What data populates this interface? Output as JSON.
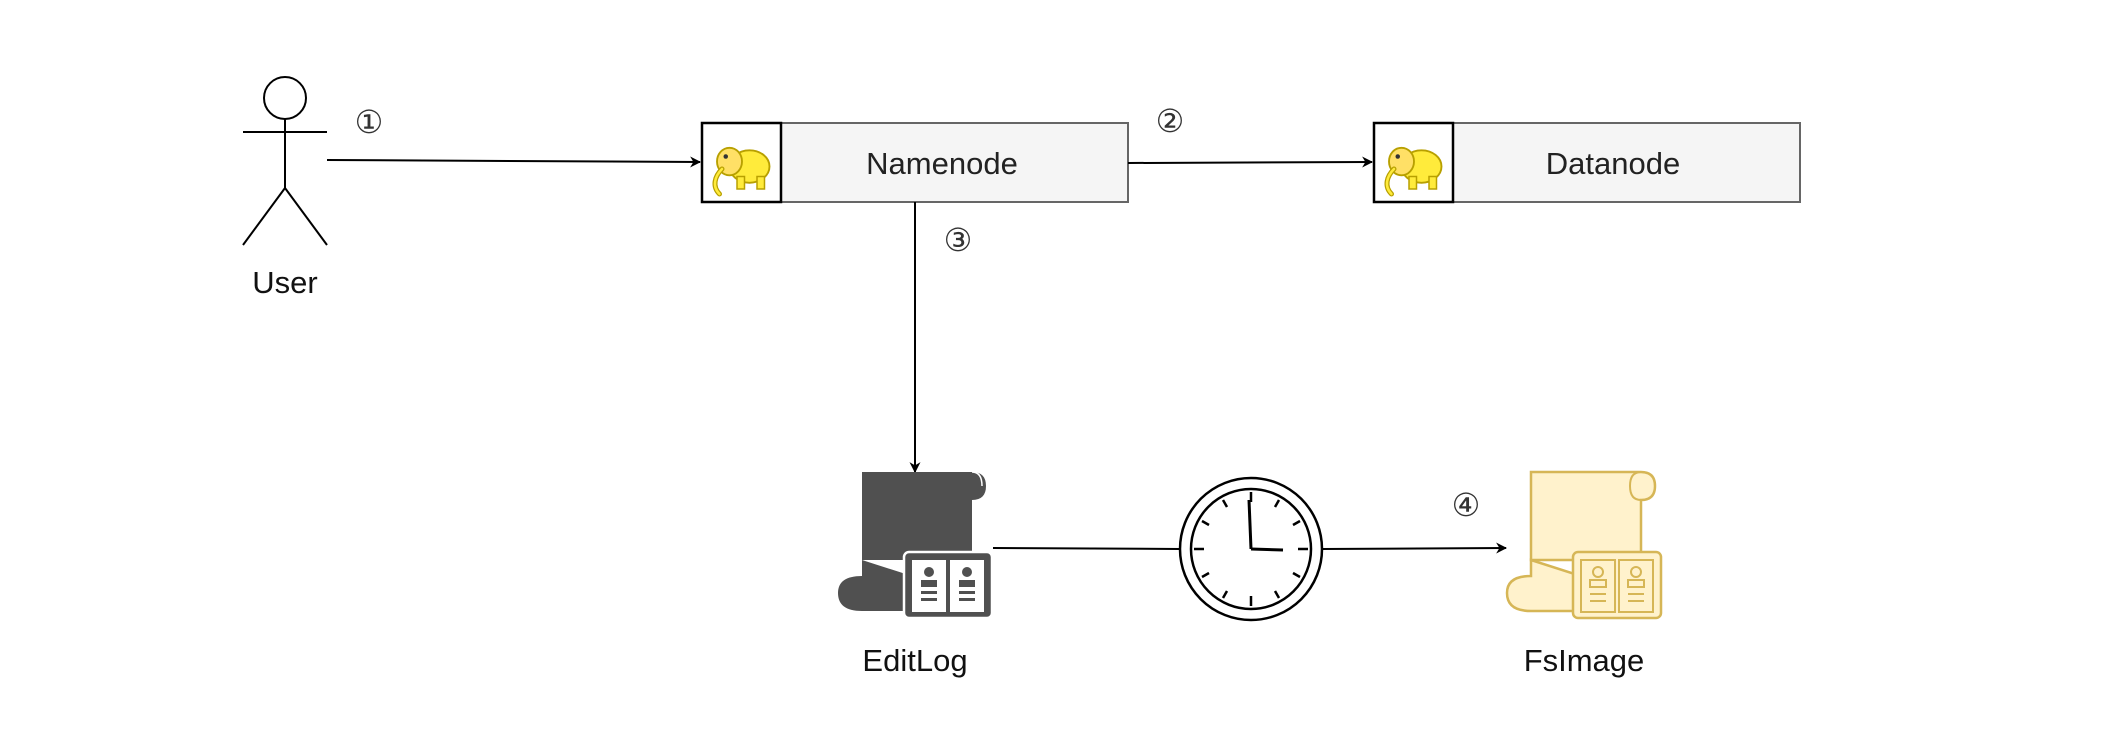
{
  "diagram": {
    "actor": {
      "label": "User"
    },
    "nodes": [
      {
        "id": "namenode",
        "label": "Namenode",
        "icon": "hadoop-elephant-icon"
      },
      {
        "id": "datanode",
        "label": "Datanode",
        "icon": "hadoop-elephant-icon"
      }
    ],
    "documents": [
      {
        "id": "editlog",
        "label": "EditLog",
        "icon": "scroll-book-icon",
        "color": "#505050"
      },
      {
        "id": "fsimage",
        "label": "FsImage",
        "icon": "scroll-book-icon",
        "color": "#D6B656",
        "fill": "#FFF2CC"
      }
    ],
    "timer": {
      "icon": "clock-icon"
    },
    "steps": [
      "①",
      "②",
      "③",
      "④"
    ],
    "colors": {
      "box_fill": "#F5F5F5",
      "box_stroke": "#666666",
      "elephant": "#FFEB3B",
      "line": "#000000"
    }
  }
}
